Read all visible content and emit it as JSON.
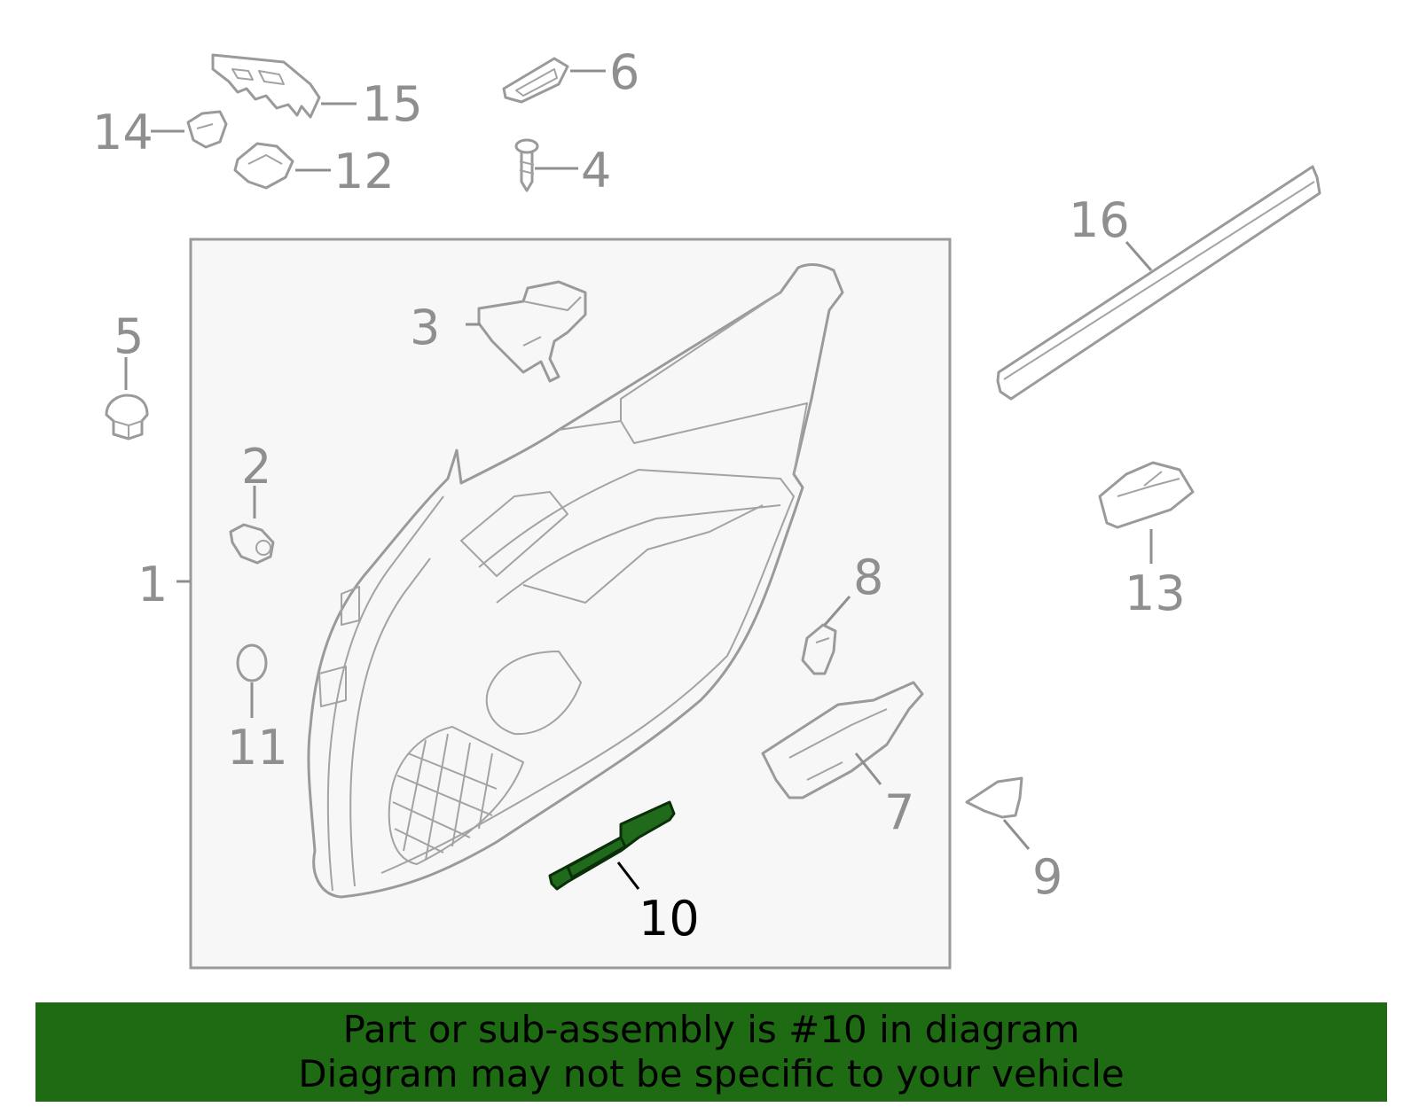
{
  "diagram": {
    "frame_label": "1",
    "callouts": [
      {
        "id": "1",
        "label": "1"
      },
      {
        "id": "2",
        "label": "2"
      },
      {
        "id": "3",
        "label": "3"
      },
      {
        "id": "4",
        "label": "4"
      },
      {
        "id": "5",
        "label": "5"
      },
      {
        "id": "6",
        "label": "6"
      },
      {
        "id": "7",
        "label": "7"
      },
      {
        "id": "8",
        "label": "8"
      },
      {
        "id": "9",
        "label": "9"
      },
      {
        "id": "10",
        "label": "10"
      },
      {
        "id": "11",
        "label": "11"
      },
      {
        "id": "12",
        "label": "12"
      },
      {
        "id": "13",
        "label": "13"
      },
      {
        "id": "14",
        "label": "14"
      },
      {
        "id": "15",
        "label": "15"
      },
      {
        "id": "16",
        "label": "16"
      }
    ],
    "highlighted_part": "10",
    "colors": {
      "highlight": "#1f6b1b",
      "banner": "#1e6b14",
      "line": "#9a9a9a",
      "text": "#8f8f8f"
    }
  },
  "banner": {
    "line1": "Part or sub-assembly is #10 in diagram",
    "line2": "Diagram may not be specific to your vehicle"
  }
}
